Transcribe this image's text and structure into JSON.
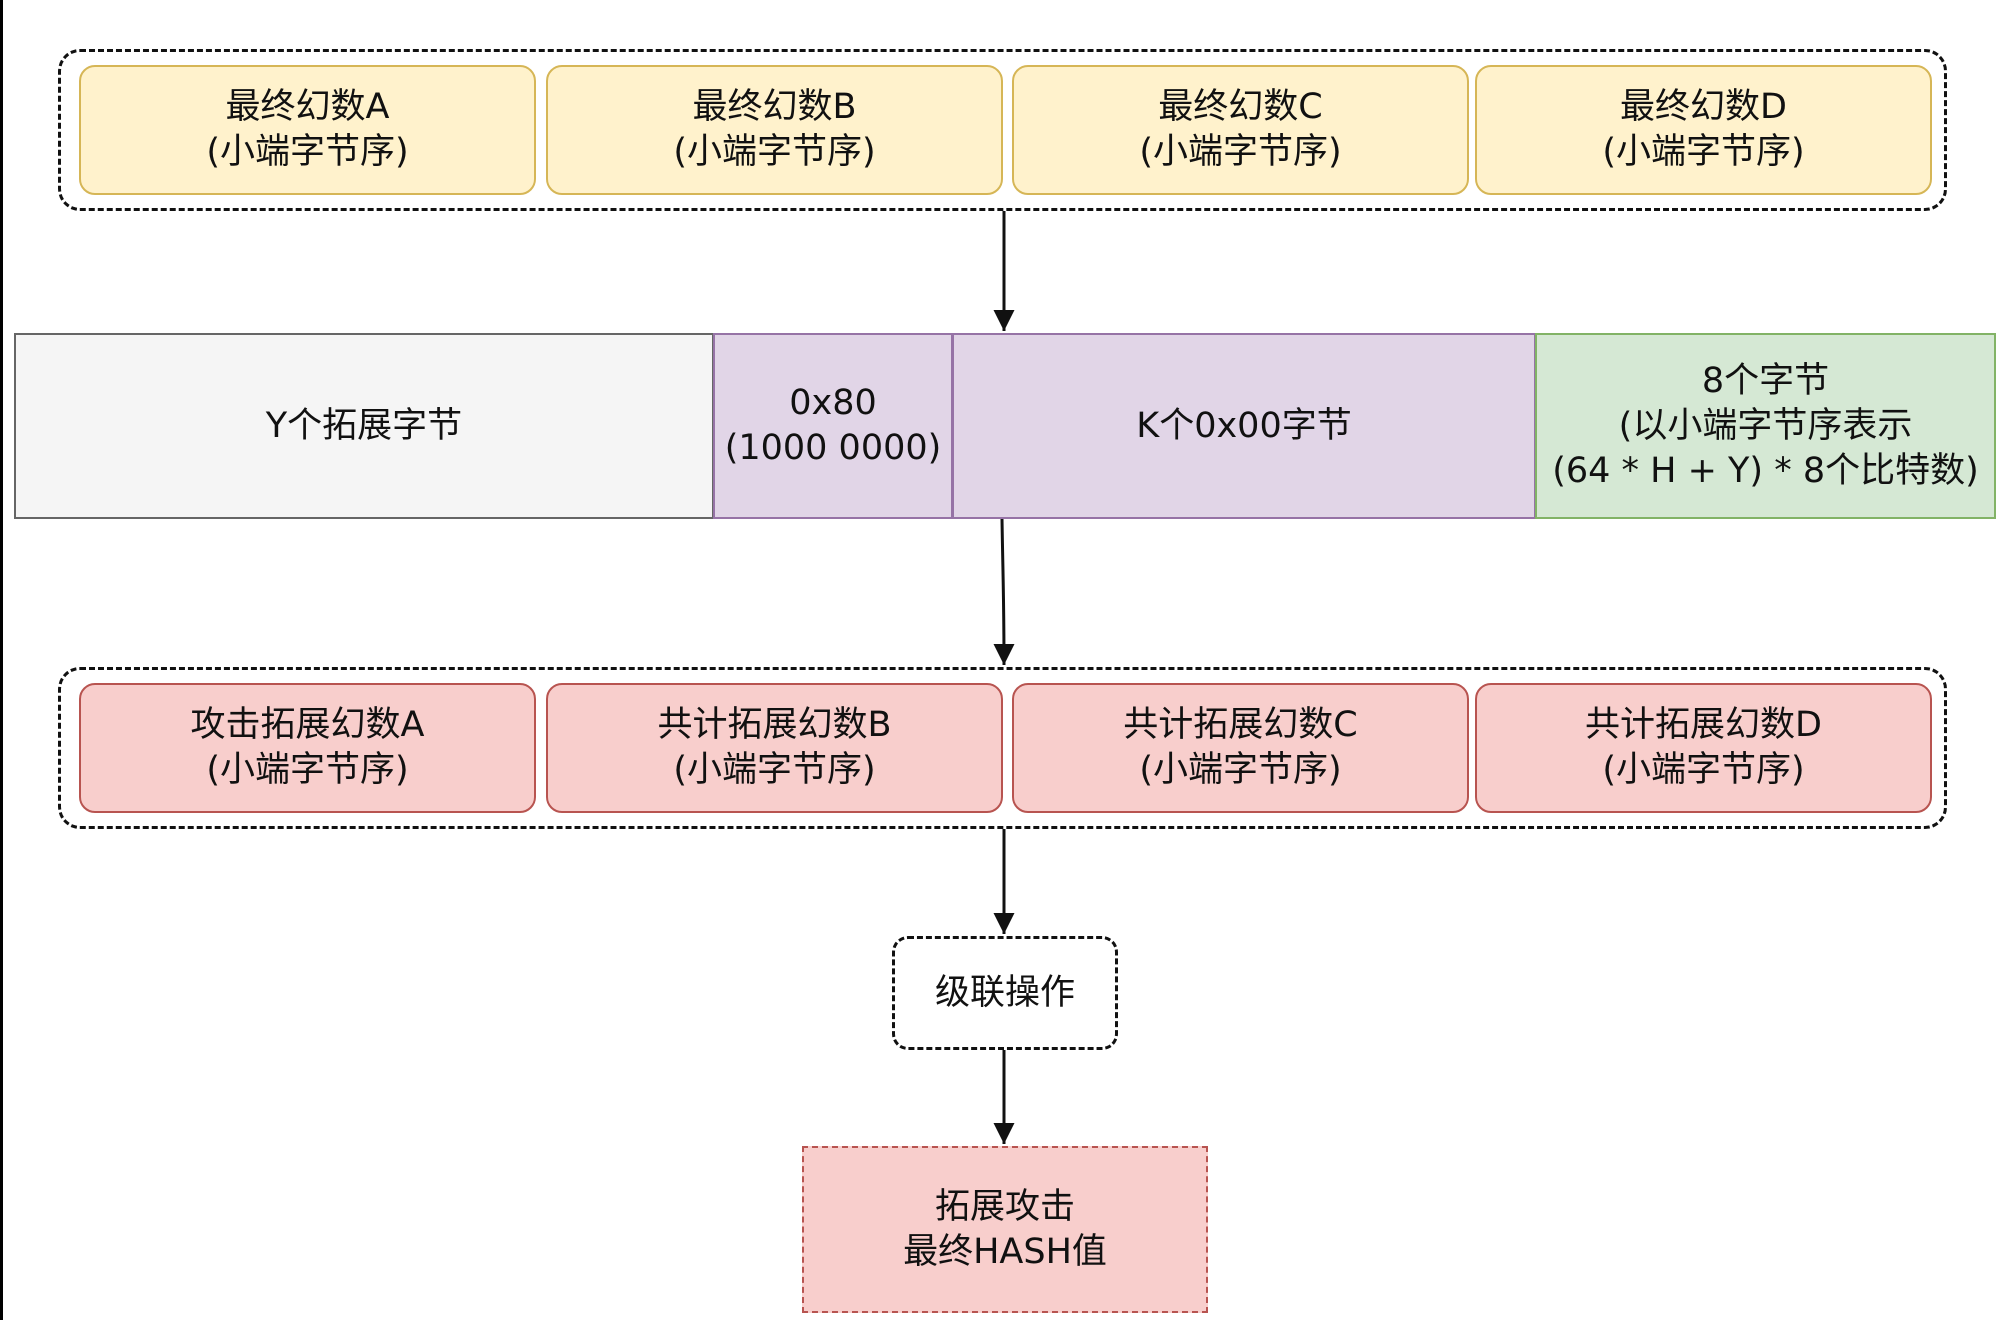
{
  "final_magic": {
    "items": [
      {
        "title": "最终幻数A",
        "note": "(小端字节序)"
      },
      {
        "title": "最终幻数B",
        "note": "(小端字节序)"
      },
      {
        "title": "最终幻数C",
        "note": "(小端字节序)"
      },
      {
        "title": "最终幻数D",
        "note": "(小端字节序)"
      }
    ]
  },
  "padding_block": {
    "segments": [
      {
        "lines": [
          "Y个拓展字节"
        ]
      },
      {
        "lines": [
          "0x80",
          "(1000 0000)"
        ]
      },
      {
        "lines": [
          "K个0x00字节"
        ]
      },
      {
        "lines": [
          "8个字节",
          "(以小端字节序表示",
          "(64 * H + Y) * 8个比特数)"
        ]
      }
    ]
  },
  "extended_magic": {
    "items": [
      {
        "title": "攻击拓展幻数A",
        "note": "(小端字节序)"
      },
      {
        "title": "共计拓展幻数B",
        "note": "(小端字节序)"
      },
      {
        "title": "共计拓展幻数C",
        "note": "(小端字节序)"
      },
      {
        "title": "共计拓展幻数D",
        "note": "(小端字节序)"
      }
    ]
  },
  "concat_op": {
    "label": "级联操作"
  },
  "final_hash": {
    "lines": [
      "拓展攻击",
      "最终HASH值"
    ]
  },
  "colors": {
    "magic_fill": "#fff2cc",
    "magic_stroke": "#d6b656",
    "ext_fill": "#f8cecc",
    "ext_stroke": "#b85450",
    "gray_fill": "#f5f5f5",
    "purple_fill": "#e1d5e7",
    "green_fill": "#d5e8d4"
  }
}
